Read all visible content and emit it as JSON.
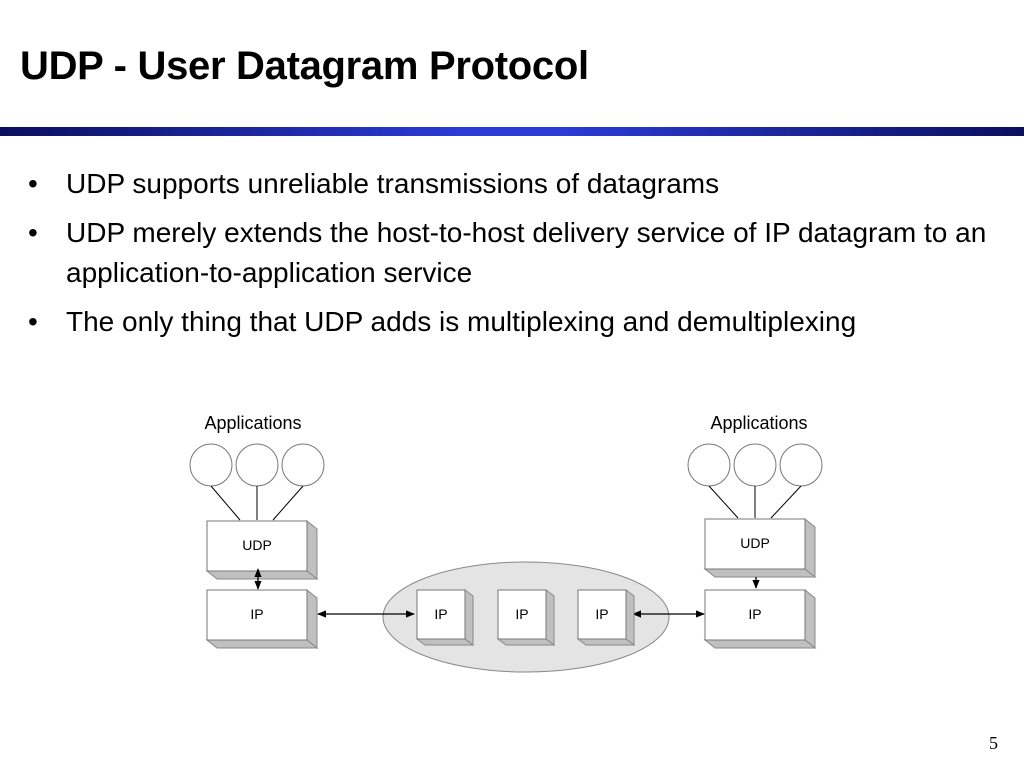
{
  "slide": {
    "title": "UDP - User Datagram Protocol",
    "bullets": [
      "UDP supports unreliable transmissions of datagrams",
      "UDP merely extends the host-to-host delivery service of  IP datagram to an application-to-application service",
      "The only thing that UDP adds is multiplexing and demultiplexing"
    ],
    "page_number": "5"
  },
  "diagram": {
    "left_host": {
      "apps_label": "Applications",
      "udp_label": "UDP",
      "ip_label": "IP"
    },
    "right_host": {
      "apps_label": "Applications",
      "udp_label": "UDP",
      "ip_label": "IP"
    },
    "network": {
      "router_labels": [
        "IP",
        "IP",
        "IP"
      ]
    }
  },
  "colors": {
    "title_bar": "#2a3bd6",
    "network_cloud": "#e4e4e4",
    "box_shadow": "#c0c0c0"
  }
}
